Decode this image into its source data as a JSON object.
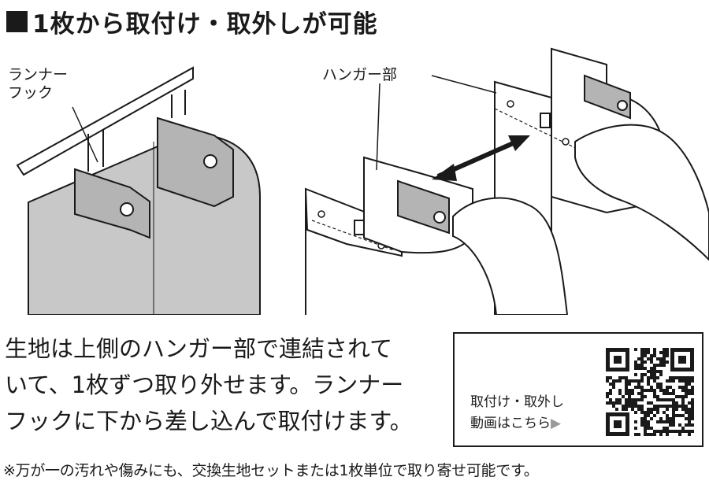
{
  "title": "1枚から取付け・取外しが可能",
  "labels": {
    "runner_hook_line1": "ランナー",
    "runner_hook_line2": "フック",
    "hanger": "ハンガー部"
  },
  "body_lines": [
    "生地は上側のハンガー部で連結されて",
    "いて、1枚ずつ取り外せます。ランナー",
    "フックに下から差し込んで取付けます。"
  ],
  "qr_box": {
    "line1": "取付け・取外し",
    "line2": "動画はこちら",
    "arrow": "▶"
  },
  "note": "※万が一の汚れや傷みにも、交換生地セットまたは1枚単位で取り寄せ可能です。",
  "colors": {
    "text": "#1a1a1a",
    "fabric_gray": "#c8c8c8",
    "bracket_gray": "#b4b4b4",
    "arrow_gray": "#9a9a9a"
  }
}
